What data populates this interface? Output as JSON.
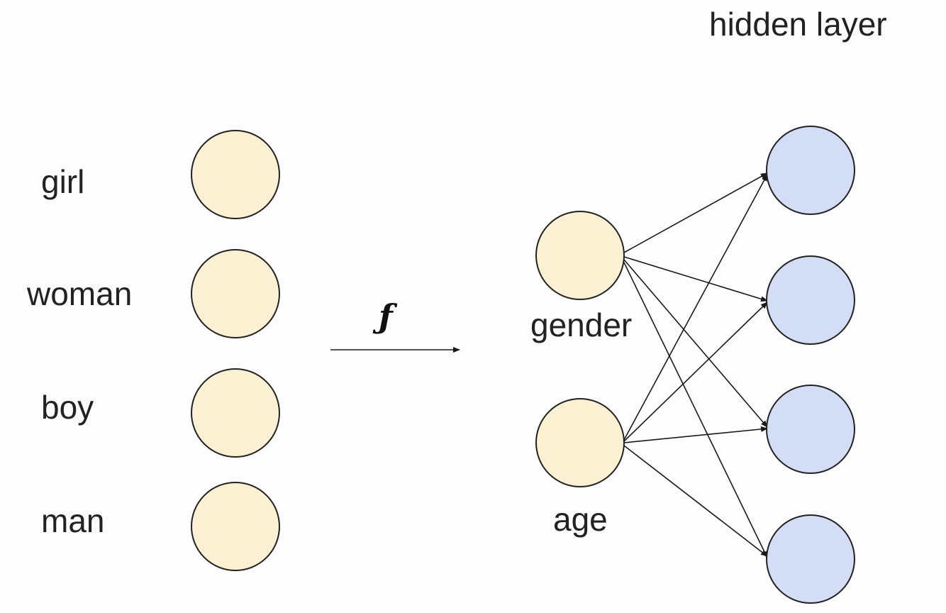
{
  "title": "hidden layer",
  "input_words": [
    "girl",
    "woman",
    "boy",
    "man"
  ],
  "function_symbol": "ƒ",
  "features": [
    "gender",
    "age"
  ],
  "hidden_node_count": 4,
  "colors": {
    "input_node": "#fbf0d2",
    "hidden_node": "#d3ddf5",
    "stroke": "#222222",
    "background": "#fdfdfd"
  }
}
